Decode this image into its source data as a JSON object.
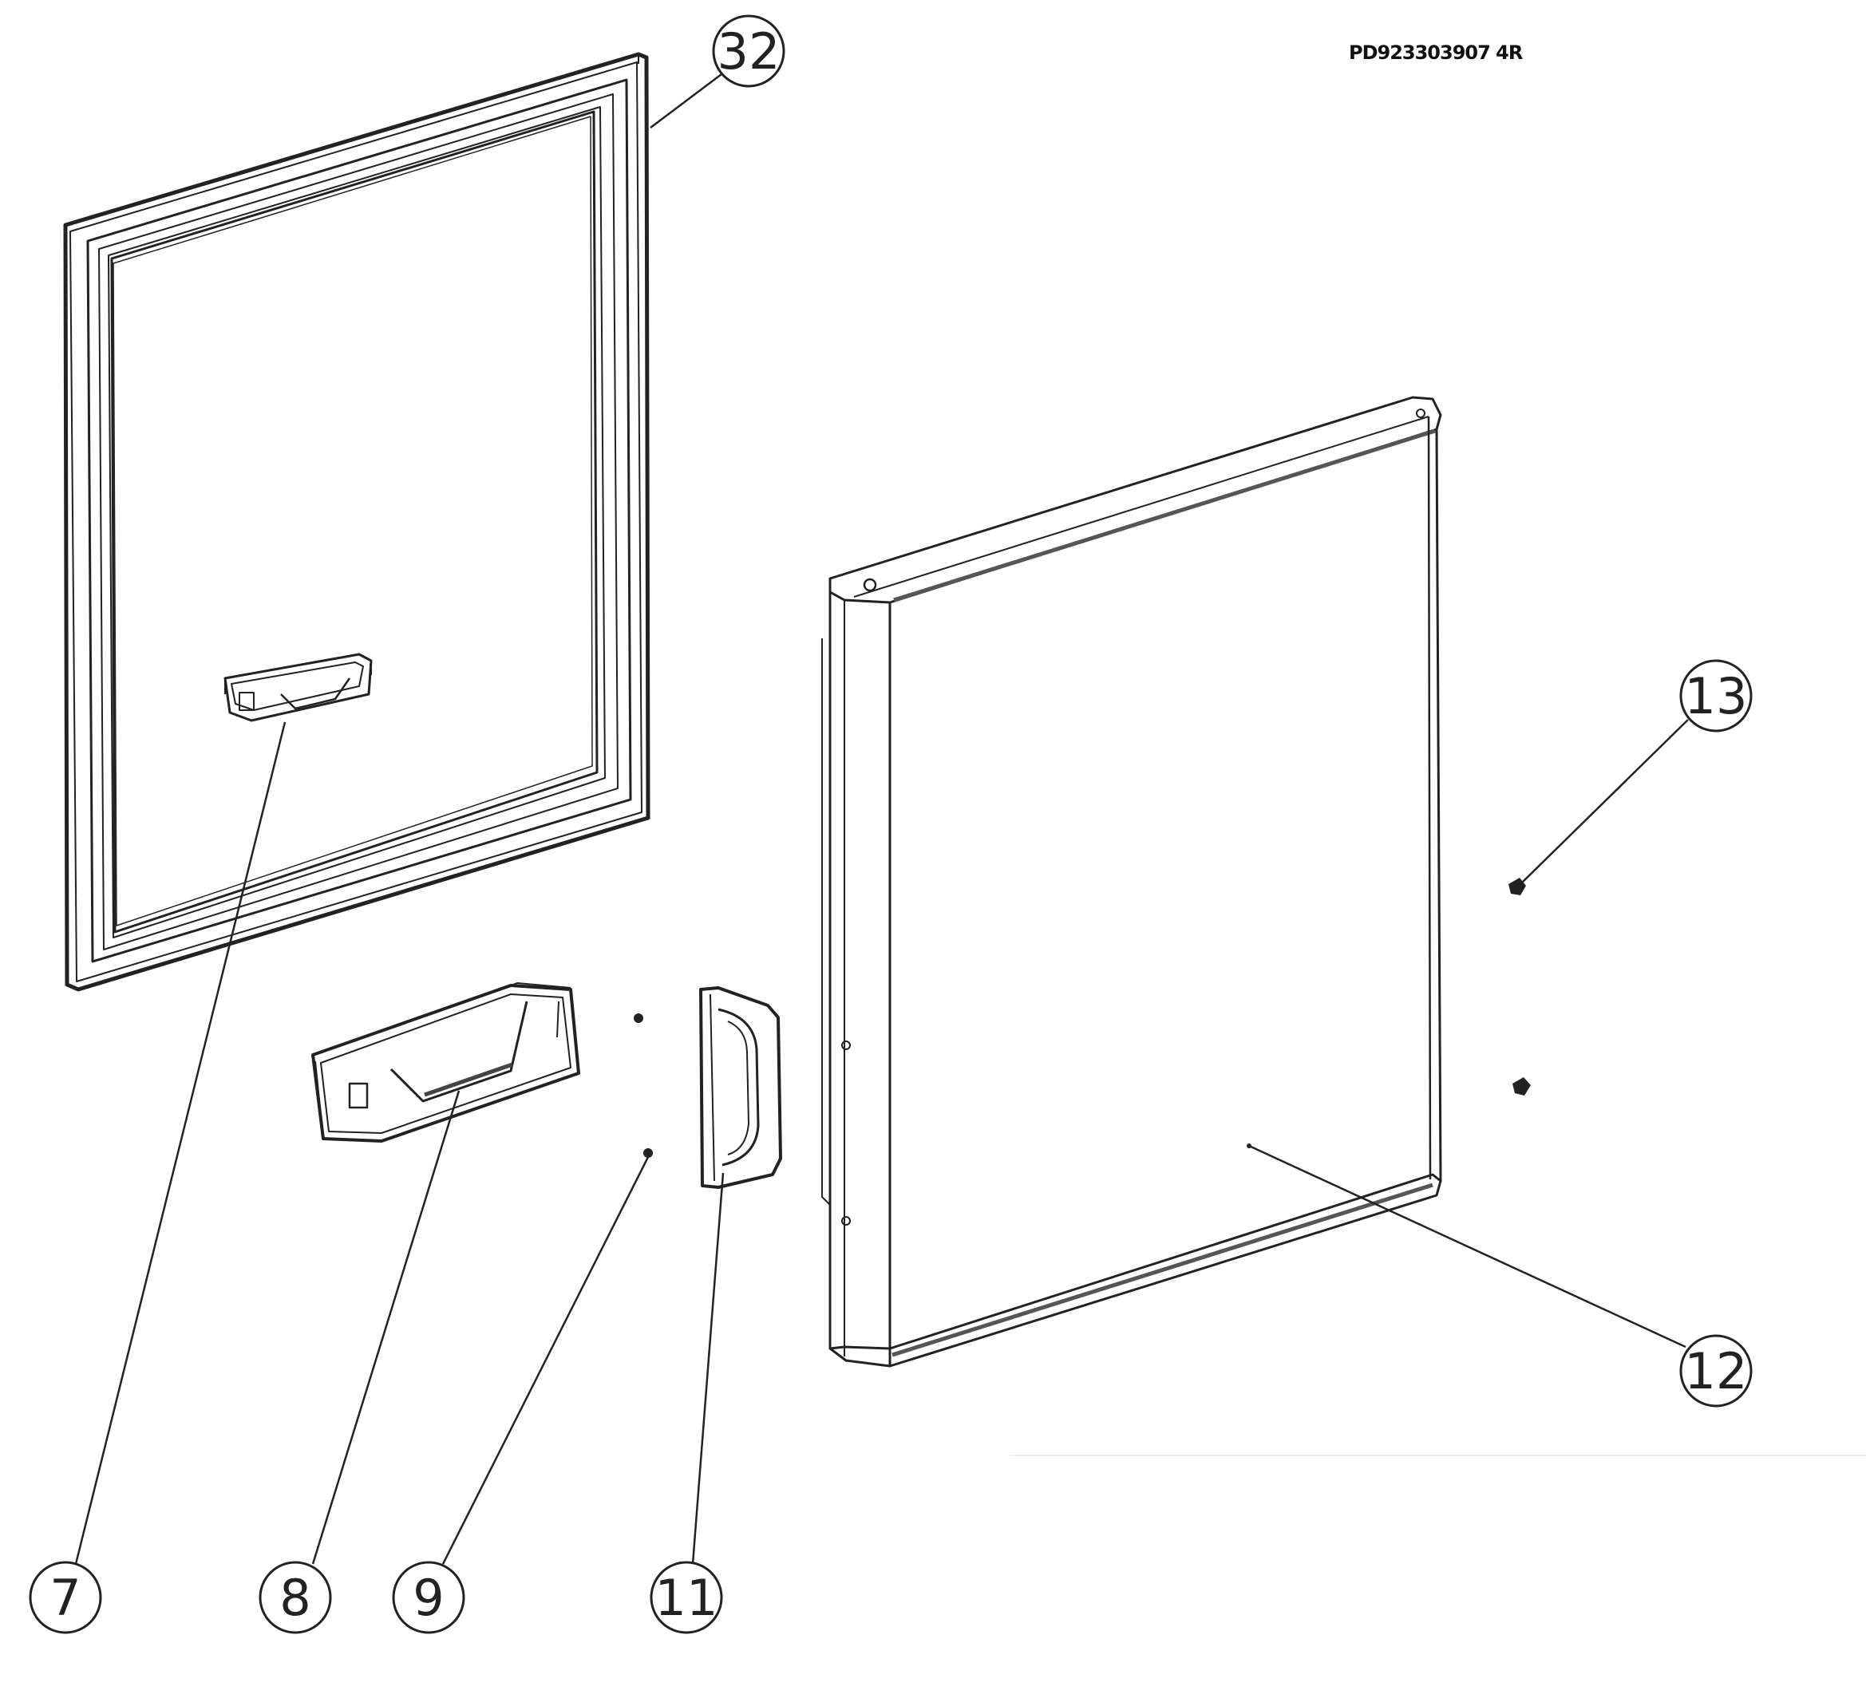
{
  "drawing_code": "PD923303907 4R",
  "callouts": [
    {
      "label": "32"
    },
    {
      "label": "13"
    },
    {
      "label": "12"
    },
    {
      "label": "7"
    },
    {
      "label": "8"
    },
    {
      "label": "9"
    },
    {
      "label": "11"
    }
  ],
  "colors": {
    "line": "#222222",
    "background": "#ffffff"
  }
}
